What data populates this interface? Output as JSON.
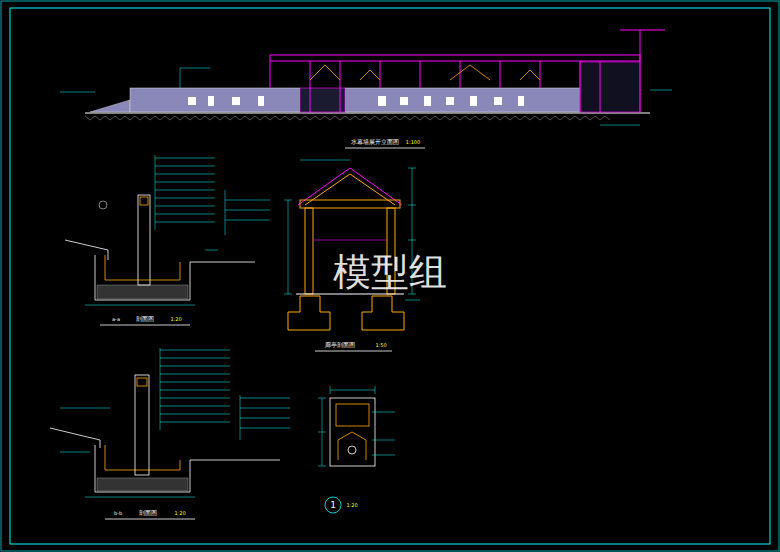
{
  "diagram": {
    "labels": [
      "水幕墙展开立面图",
      "1:100",
      "a-a",
      "剖面图",
      "1:20",
      "廊亭剖面图",
      "1:50",
      "b-b",
      "剖面图",
      "1:20",
      "1",
      "1:20",
      "模型组"
    ]
  }
}
